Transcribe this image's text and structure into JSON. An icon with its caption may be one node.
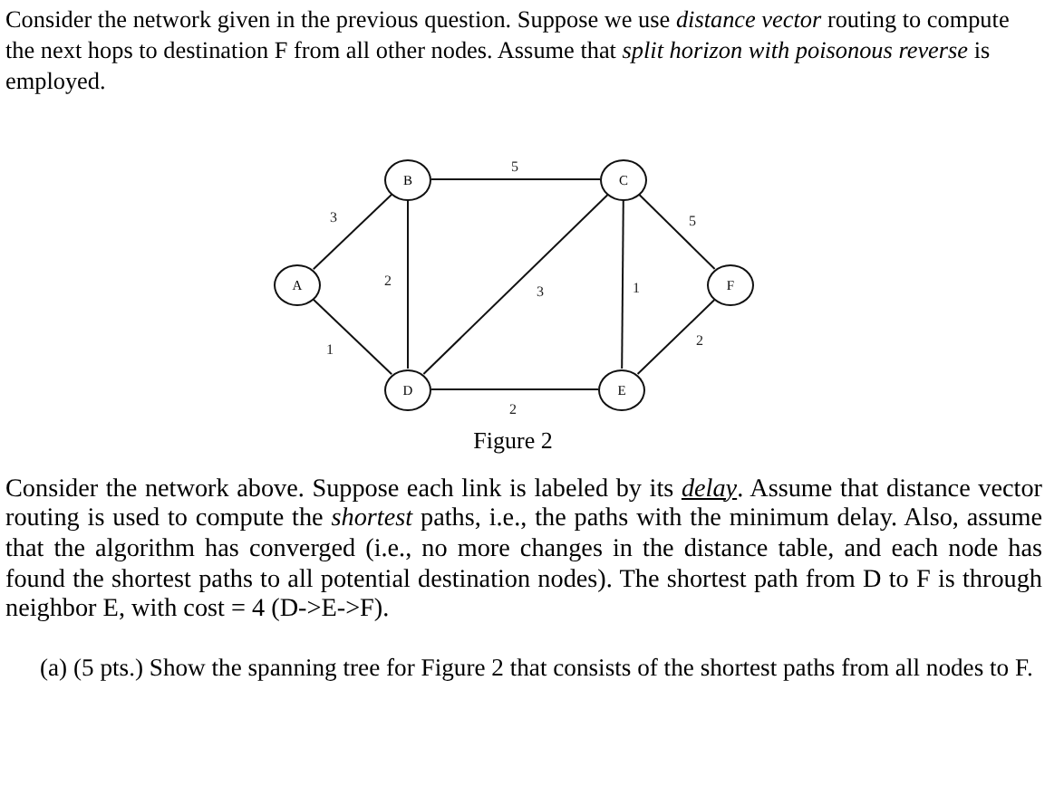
{
  "diagram": {
    "caption": "Figure 2",
    "nodes": [
      {
        "text": [
          "B"
        ]
      },
      {
        "text": [
          "C"
        ]
      },
      {
        "text": [
          "A"
        ]
      },
      {
        "text": [
          "F"
        ]
      },
      {
        "text": [
          "D"
        ]
      },
      {
        "text": [
          "E"
        ]
      }
    ],
    "edges": [
      {
        "from": 2,
        "to": 0,
        "arrow": "none",
        "label": "3"
      },
      {
        "from": 0,
        "to": 1,
        "arrow": "none",
        "label": "5"
      },
      {
        "from": 1,
        "to": 3,
        "arrow": "none",
        "label": "5"
      },
      {
        "from": 0,
        "to": 4,
        "arrow": "none",
        "label": "2"
      },
      {
        "from": 4,
        "to": 1,
        "arrow": "none",
        "label": "3"
      },
      {
        "from": 1,
        "to": 5,
        "arrow": "none",
        "label": "1"
      },
      {
        "from": 2,
        "to": 4,
        "arrow": "none",
        "label": "1"
      },
      {
        "from": 5,
        "to": 3,
        "arrow": "none",
        "label": "2"
      },
      {
        "from": 4,
        "to": 5,
        "arrow": "none",
        "label": "2"
      }
    ],
    "labels": [
      "Consider the network given in the previous question. Suppose we use *distance vector* routing to compute the next hops to destination F from all other nodes. Assume that *split horizon with poisonous reverse* is employed.",
      "Consider the network above. Suppose each link is labeled by its *delay*. Assume that distance vector routing is used to compute the *shortest* paths, i.e., the paths with the minimum delay. Also, assume that the algorithm has converged (i.e., no more changes in the distance table, and each node has found the shortest paths to all potential destination nodes). The shortest path from D to F is through neighbor E, with cost = 4 (D->E->F).",
      "(a) (5 pts.) Show the spanning tree for Figure 2 that consists of the shortest paths from all nodes to F."
    ]
  }
}
